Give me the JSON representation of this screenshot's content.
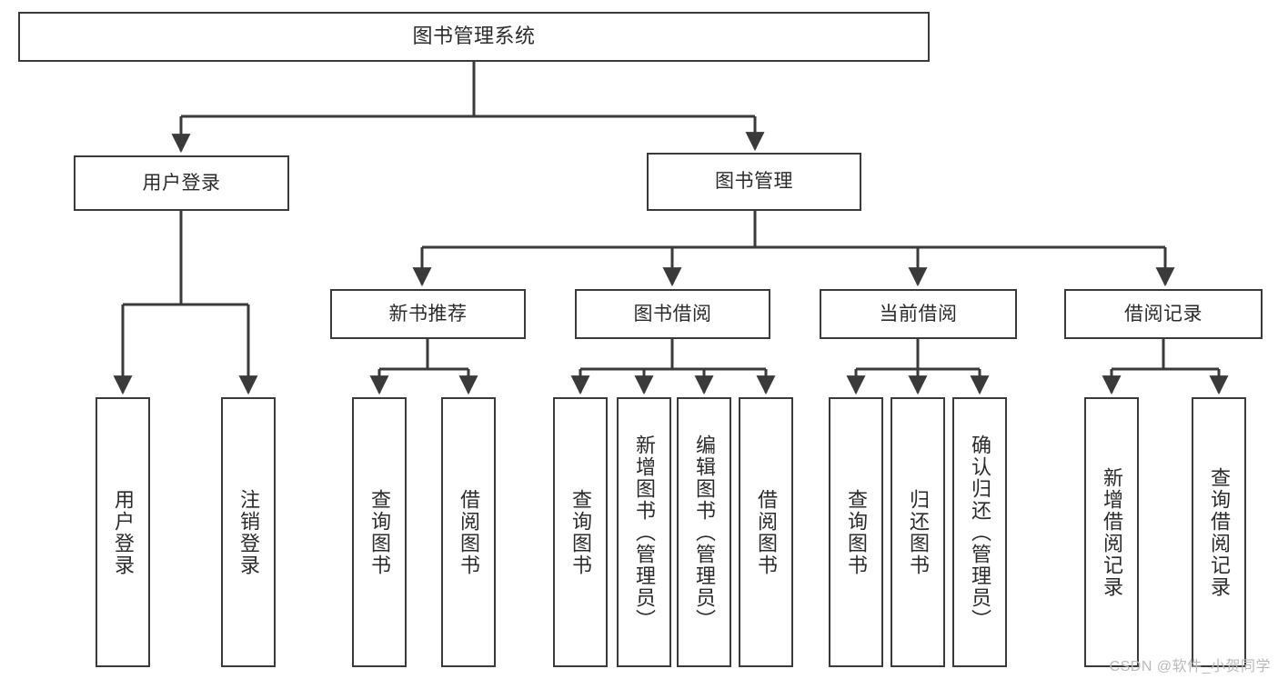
{
  "diagram": {
    "title": "图书管理系统",
    "type": "hierarchy-tree",
    "orientation": "top-down",
    "stroke_color": "#3a3a3a",
    "fill_color": "#ffffff",
    "text_color": "#2b2b2b"
  },
  "root": {
    "label": "图书管理系统"
  },
  "level2": [
    {
      "label": "用户登录"
    },
    {
      "label": "图书管理"
    }
  ],
  "level3": [
    {
      "label": "新书推荐"
    },
    {
      "label": "图书借阅"
    },
    {
      "label": "当前借阅"
    },
    {
      "label": "借阅记录"
    }
  ],
  "leaves": {
    "user_login": [
      {
        "label": "用户登录"
      },
      {
        "label": "注销登录"
      }
    ],
    "new_book_recommend": [
      {
        "label": "查询图书"
      },
      {
        "label": "借阅图书"
      }
    ],
    "book_borrow": [
      {
        "label": "查询图书"
      },
      {
        "label": "新增图书（管理员）"
      },
      {
        "label": "编辑图书（管理员）"
      },
      {
        "label": "借阅图书"
      }
    ],
    "current_borrow": [
      {
        "label": "查询图书"
      },
      {
        "label": "归还图书"
      },
      {
        "label": "确认归还（管理员）"
      }
    ],
    "borrow_record": [
      {
        "label": "新增借阅记录"
      },
      {
        "label": "查询借阅记录"
      }
    ]
  },
  "watermark": {
    "text": "CSDN @软件_小贺同学"
  }
}
